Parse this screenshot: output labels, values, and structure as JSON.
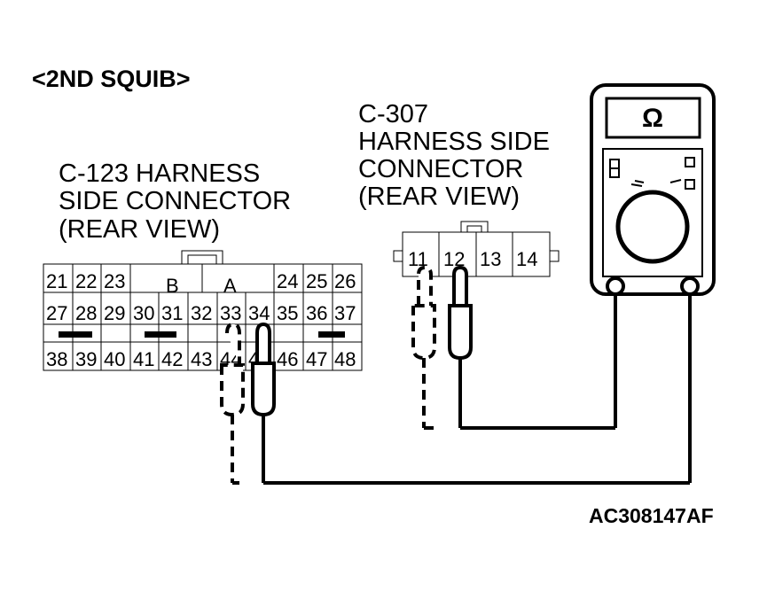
{
  "title": "<2ND SQUIB>",
  "connector_c123": {
    "label_lines": [
      "C-123 HARNESS",
      "SIDE CONNECTOR",
      "(REAR VIEW)"
    ],
    "row1": [
      "21",
      "22",
      "23",
      "B",
      "A",
      "24",
      "25",
      "26"
    ],
    "row2": [
      "27",
      "28",
      "29",
      "30",
      "31",
      "32",
      "33",
      "34",
      "35",
      "36",
      "37"
    ],
    "row3": [
      "38",
      "39",
      "40",
      "41",
      "42",
      "43",
      "44",
      "45",
      "46",
      "47",
      "48"
    ]
  },
  "connector_c307": {
    "label_lines": [
      "C-307",
      "HARNESS SIDE",
      "CONNECTOR",
      "(REAR VIEW)"
    ],
    "pins": [
      "11",
      "12",
      "13",
      "14"
    ]
  },
  "meter": {
    "display": "Ω",
    "icon": "ohmmeter-icon"
  },
  "figure_code": "AC308147AF"
}
